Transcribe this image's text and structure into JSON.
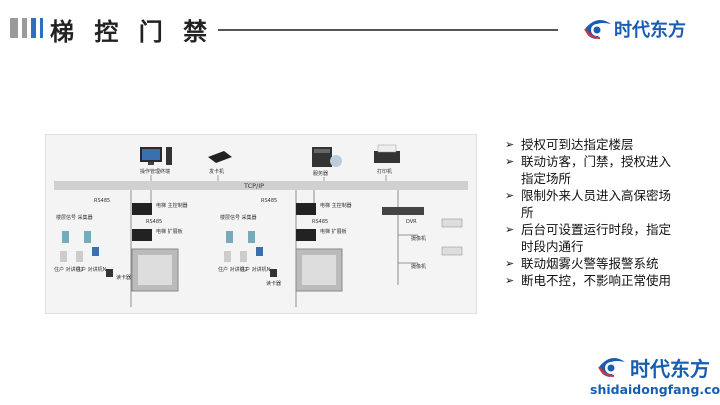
{
  "header": {
    "title": "梯 控 门 禁"
  },
  "logo": {
    "text": "时代东方",
    "url": "shidaidongfang.com"
  },
  "diagram": {
    "network": "TCP/IP",
    "top_devices": {
      "pc": "操作管理终端",
      "card": "发卡机",
      "server": "服务器",
      "printer": "打印机"
    },
    "left": {
      "rs485a": "RS485",
      "rs485b": "RS485",
      "main": "电梯\n主控制器",
      "ext": "电梯\n扩展板",
      "floor": "楼层信号\n采集器",
      "intercom1": "住户\n对讲机1",
      "intercom2": "住户\n对讲机N",
      "reader": "读卡器"
    },
    "right": {
      "rs485a": "RS485",
      "rs485b": "RS485",
      "main": "电梯\n主控制器",
      "ext": "电梯\n扩展板",
      "floor": "楼层信号\n采集器",
      "intercom1": "住户\n对讲机1",
      "intercom2": "住户\n对讲机N",
      "reader": "读卡器"
    },
    "dvr": "DVR",
    "camera": "摄像机"
  },
  "bullets": [
    "授权可到达指定楼层",
    "联动访客，门禁，授权进入指定场所",
    "限制外来人员进入高保密场所",
    "后台可设置运行时段，指定时段内通行",
    "联动烟雾火警等报警系统",
    "断电不控，不影响正常使用"
  ],
  "colors": {
    "accent_gray": "#9a9a9a",
    "accent_blue": "#2f6fc0",
    "brand_blue": "#1a5db0"
  }
}
